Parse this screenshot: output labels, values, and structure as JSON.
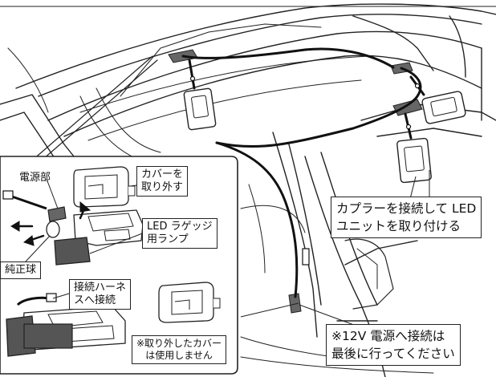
{
  "labels": {
    "power_section": "電源部",
    "remove_cover": [
      "カバーを",
      "取り外す"
    ],
    "led_luggage_lamp": [
      "LED ラゲッジ",
      "用ランプ"
    ],
    "genuine_bulb": "純正球",
    "connect_harness": [
      "接続ハーネ",
      "スへ接続"
    ],
    "removed_cover_unused": [
      "※取り外したカバー",
      "は使用しません"
    ],
    "attach_led_unit": [
      "カプラーを接続して LED",
      "ユニットを取り付ける"
    ],
    "power_12v_last": [
      "※12V 電源へ接続は",
      "最後に行ってください"
    ]
  }
}
